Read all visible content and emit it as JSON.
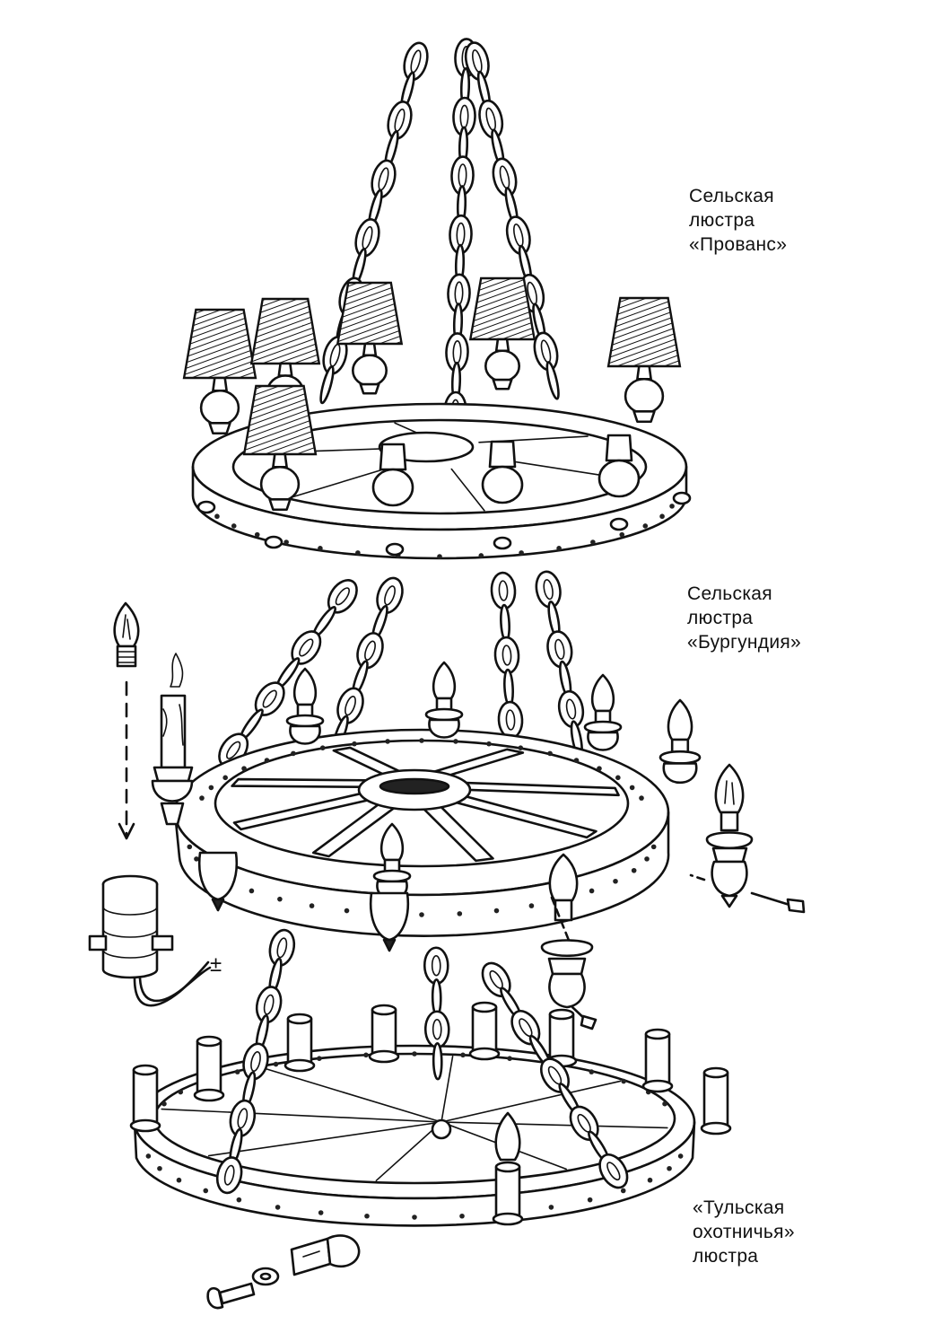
{
  "captions": {
    "provence": [
      "Сельская",
      "люстра",
      "«Прованс»"
    ],
    "burgundy": [
      "Сельская",
      "люстра",
      "«Бургундия»"
    ],
    "tula": [
      "«Тульская",
      "охотничья»",
      "люстра"
    ]
  },
  "labels": {
    "polarity": "±"
  },
  "icons": {
    "provence": "chandelier-provence-icon",
    "burgundy": "chandelier-burgundy-icon",
    "tula": "chandelier-tula-icon",
    "socket": "lamp-socket-icon",
    "bulb": "candle-bulb-icon",
    "bolt": "bolt-icon"
  }
}
